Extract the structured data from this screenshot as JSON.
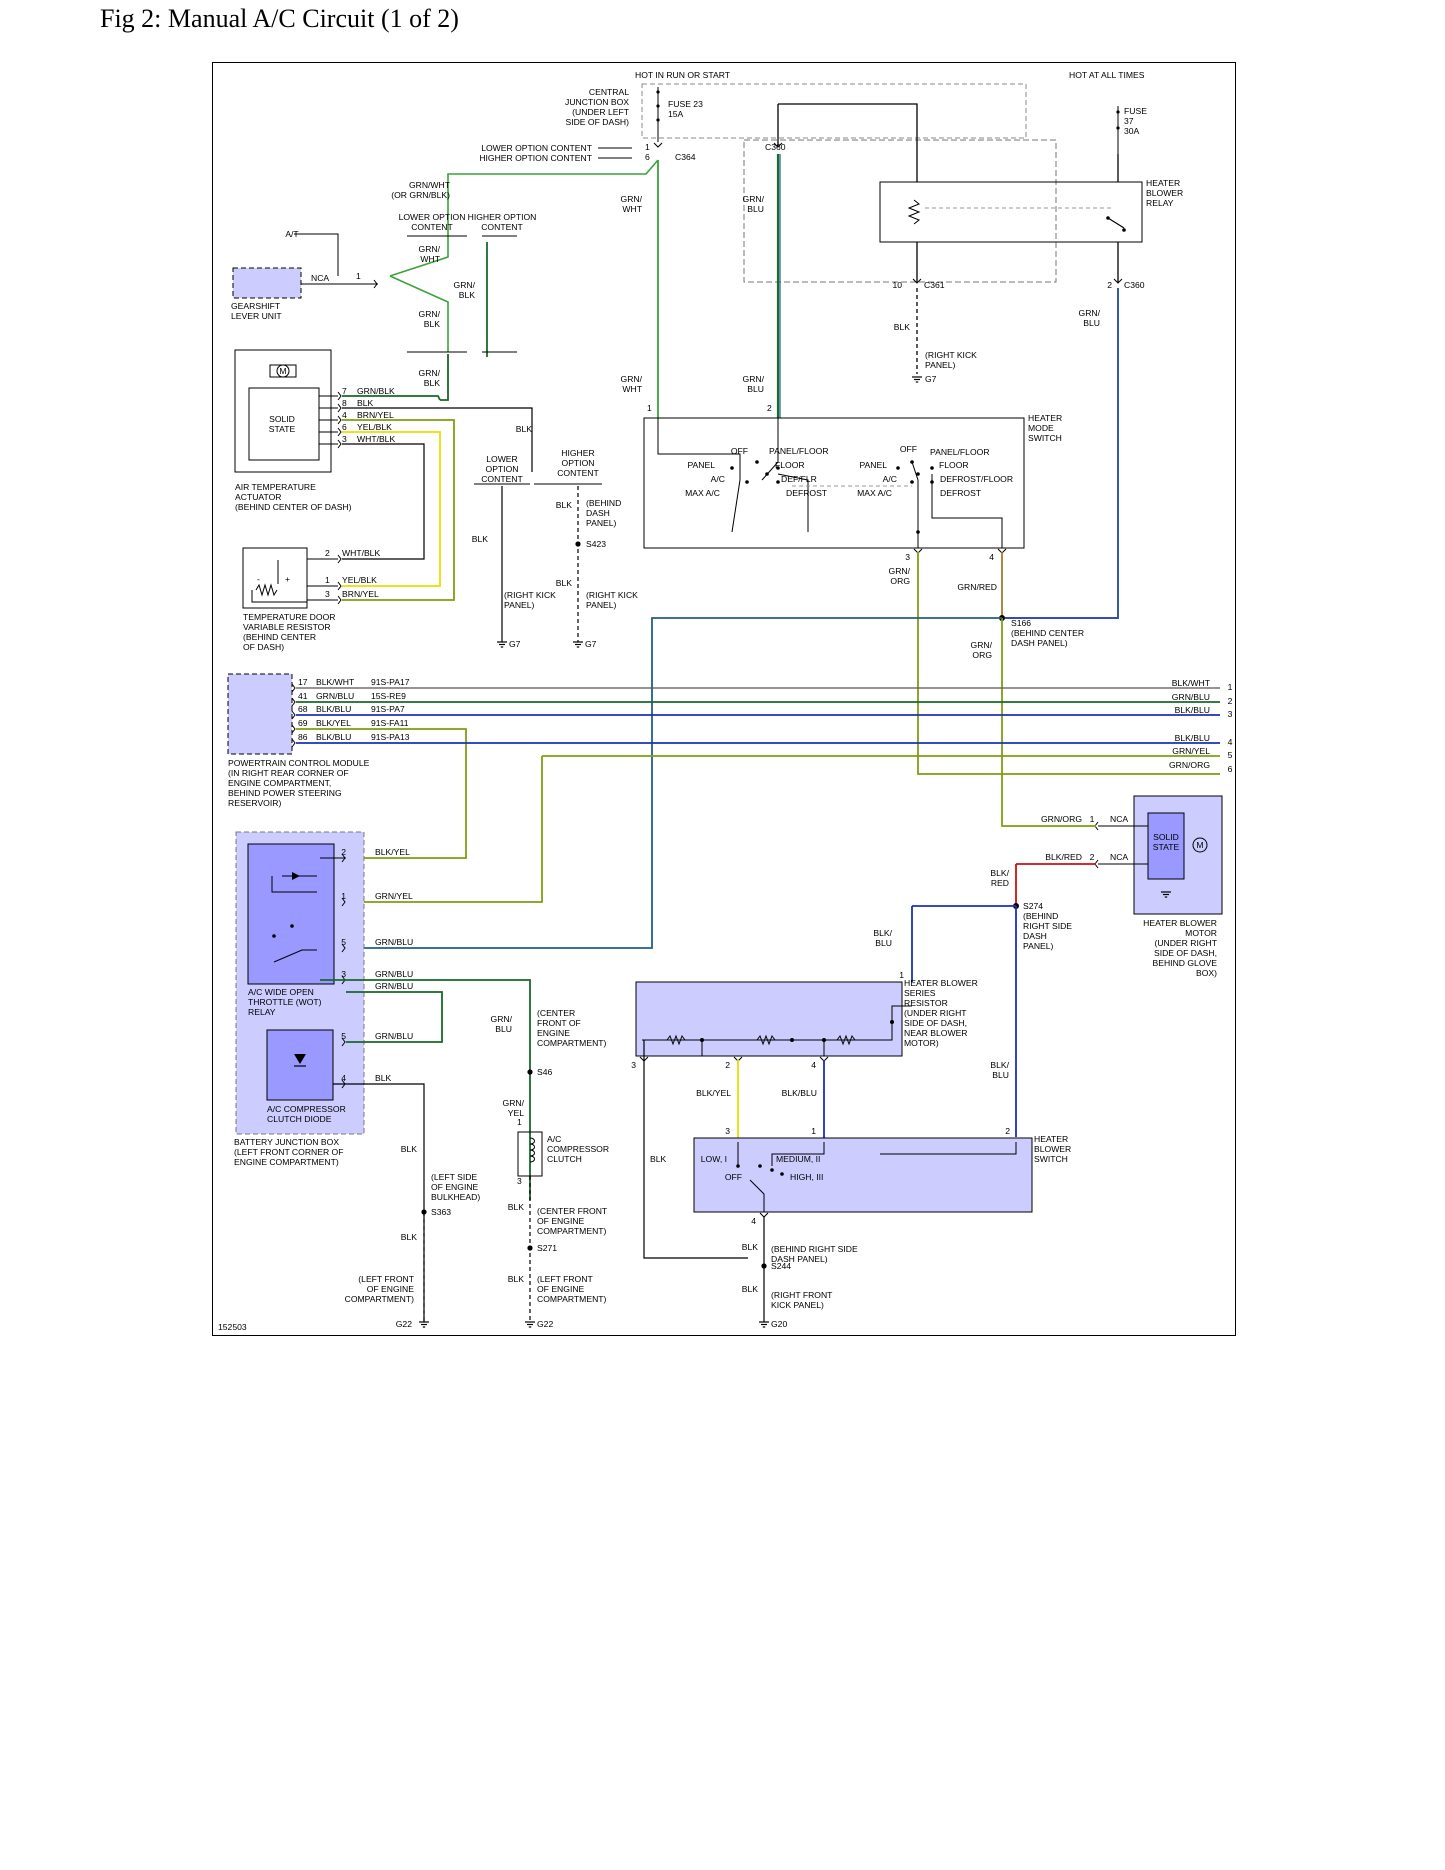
{
  "title": "Fig 2: Manual A/C Circuit (1 of 2)",
  "figure_id": "152503",
  "colors": {
    "grn": "#3aa33a",
    "dkgrn": "#166a2a",
    "blu": "#1d2fb4",
    "teal": "#235e86",
    "olive": "#7f9f10",
    "yel": "#e8e000",
    "red": "#cc1010",
    "blk": "#000000",
    "module_fill": "#ccccff",
    "module_dark": "#9999ff"
  },
  "headers": {
    "hot_run_start": "HOT IN RUN OR START",
    "hot_all_times": "HOT AT ALL TIMES"
  },
  "cjb": {
    "lines": [
      "CENTRAL",
      "JUNCTION BOX",
      "(UNDER LEFT",
      "SIDE OF DASH)"
    ],
    "fuse23": [
      "FUSE 23",
      "15A"
    ],
    "fuse37": [
      "FUSE",
      "37",
      "30A"
    ]
  },
  "options": {
    "lower": "LOWER OPTION CONTENT",
    "higher": "HIGHER OPTION CONTENT",
    "lower_two": [
      "LOWER OPTION",
      "CONTENT"
    ],
    "higher_two": [
      "HIGHER OPTION",
      "CONTENT"
    ],
    "lower_three": [
      "LOWER",
      "OPTION",
      "CONTENT"
    ],
    "higher_three": [
      "HIGHER",
      "OPTION",
      "CONTENT"
    ]
  },
  "connectors": {
    "c364": "C364",
    "c360": "C360",
    "c361": "C361",
    "c360b": "C360"
  },
  "relay": [
    "HEATER",
    "BLOWER",
    "RELAY"
  ],
  "mode_switch": {
    "name": [
      "HEATER",
      "MODE",
      "SWITCH"
    ],
    "left": [
      "OFF",
      "PANEL/FLOOR",
      "PANEL",
      "FLOOR",
      "A/C",
      "DEF/FLR",
      "MAX A/C",
      "DEFROST"
    ],
    "right": [
      "OFF",
      "PANEL/FLOOR",
      "PANEL",
      "FLOOR",
      "A/C",
      "DEFROST/FLOOR",
      "MAX A/C",
      "DEFROST"
    ]
  },
  "gearshift": {
    "at": "A/T",
    "nca": "NCA",
    "name": [
      "GEARSHIFT",
      "LEVER UNIT"
    ]
  },
  "ata": {
    "name": [
      "AIR TEMPERATURE",
      "ACTUATOR",
      "(BEHIND CENTER OF DASH)"
    ],
    "solid": [
      "SOLID",
      "STATE"
    ],
    "pins": [
      {
        "pin": "7",
        "wire": "GRN/BLK"
      },
      {
        "pin": "8",
        "wire": "BLK"
      },
      {
        "pin": "4",
        "wire": "BRN/YEL"
      },
      {
        "pin": "6",
        "wire": "YEL/BLK"
      },
      {
        "pin": "3",
        "wire": "WHT/BLK"
      }
    ]
  },
  "tdvr": {
    "name": [
      "TEMPERATURE DOOR",
      "VARIABLE RESISTOR",
      "(BEHIND CENTER",
      "OF DASH)"
    ],
    "pins": [
      {
        "pin": "2",
        "wire": "WHT/BLK"
      },
      {
        "pin": "1",
        "wire": "YEL/BLK"
      },
      {
        "pin": "3",
        "wire": "BRN/YEL"
      }
    ],
    "signs": [
      "-",
      "+"
    ]
  },
  "pcm": {
    "name": [
      "POWERTRAIN CONTROL MODULE",
      "(IN RIGHT REAR CORNER OF",
      "ENGINE COMPARTMENT,",
      "BEHIND POWER STEERING",
      "RESERVOIR)"
    ],
    "pins": [
      {
        "pin": "17",
        "wire": "BLK/WHT",
        "circuit": "91S-PA17"
      },
      {
        "pin": "41",
        "wire": "GRN/BLU",
        "circuit": "15S-RE9"
      },
      {
        "pin": "68",
        "wire": "BLK/BLU",
        "circuit": "91S-PA7"
      },
      {
        "pin": "69",
        "wire": "BLK/YEL",
        "circuit": "91S-FA11"
      },
      {
        "pin": "86",
        "wire": "BLK/BLU",
        "circuit": "91S-PA13"
      }
    ]
  },
  "offpage": [
    {
      "wire": "BLK/WHT",
      "ref": "1"
    },
    {
      "wire": "GRN/BLU",
      "ref": "2"
    },
    {
      "wire": "BLK/BLU",
      "ref": "3"
    },
    {
      "wire": "BLK/BLU",
      "ref": "4"
    },
    {
      "wire": "GRN/YEL",
      "ref": "5"
    },
    {
      "wire": "GRN/ORG",
      "ref": "6"
    }
  ],
  "bjb": {
    "name": [
      "BATTERY JUNCTION BOX",
      "(LEFT FRONT CORNER OF",
      "ENGINE COMPARTMENT)"
    ],
    "wot": [
      "A/C WIDE OPEN",
      "THROTTLE (WOT)",
      "RELAY"
    ],
    "diode": [
      "A/C COMPRESSOR",
      "CLUTCH DIODE"
    ],
    "pins": [
      {
        "pin": "2",
        "wire": "BLK/YEL"
      },
      {
        "pin": "1",
        "wire": "GRN/YEL"
      },
      {
        "pin": "5",
        "wire": "GRN/BLU"
      },
      {
        "pin": "3",
        "wire": "GRN/BLU"
      },
      {
        "pin": "",
        "wire": "GRN/BLU"
      },
      {
        "pin": "5",
        "wire": "GRN/BLU"
      },
      {
        "pin": "4",
        "wire": "BLK"
      }
    ]
  },
  "motor": {
    "name": [
      "HEATER BLOWER",
      "MOTOR",
      "(UNDER RIGHT",
      "SIDE OF DASH,",
      "BEHIND GLOVE",
      "BOX)"
    ],
    "solid": [
      "SOLID",
      "STATE"
    ],
    "m": "M",
    "pins": [
      {
        "pin": "1",
        "wire": "GRN/ORG",
        "nca": "NCA"
      },
      {
        "pin": "2",
        "wire": "BLK/RED",
        "nca": "NCA"
      }
    ]
  },
  "resistor": {
    "name": [
      "HEATER BLOWER",
      "SERIES",
      "RESISTOR",
      "(UNDER RIGHT",
      "SIDE OF DASH,",
      "NEAR BLOWER",
      "MOTOR)"
    ]
  },
  "blower_switch": {
    "name": [
      "HEATER",
      "BLOWER",
      "SWITCH"
    ],
    "positions": [
      "LOW, I",
      "MEDIUM, II",
      "OFF",
      "HIGH, III"
    ]
  },
  "clutch": [
    "A/C",
    "COMPRESSOR",
    "CLUTCH"
  ],
  "misc": {
    "grn_wht_or": [
      "GRN/WHT",
      "(OR GRN/BLK)"
    ],
    "grn_wht": [
      "GRN/",
      "WHT"
    ],
    "grn_blk": [
      "GRN/",
      "BLK"
    ],
    "grn_blu": [
      "GRN/",
      "BLU"
    ],
    "grn_org": [
      "GRN/",
      "ORG"
    ],
    "grn_red": "GRN/RED",
    "grn_yel": [
      "GRN/",
      "YEL"
    ],
    "blk": "BLK",
    "blk_red": [
      "BLK/",
      "RED"
    ],
    "blk_blu": [
      "BLK/",
      "BLU"
    ],
    "blk_yel": "BLK/YEL",
    "blk_blu1": "BLK/BLU",
    "m": "M"
  },
  "locations": {
    "rkp": [
      "(RIGHT KICK",
      "PANEL)"
    ],
    "behind_dash": [
      "(BEHIND",
      "DASH",
      "PANEL)"
    ],
    "s166": [
      "S166",
      "(BEHIND CENTER",
      "DASH PANEL)"
    ],
    "s274": [
      "S274",
      "(BEHIND",
      "RIGHT SIDE",
      "DASH",
      "PANEL)"
    ],
    "s46": [
      "(CENTER",
      "FRONT OF",
      "ENGINE",
      "COMPARTMENT)"
    ],
    "s363": [
      "(LEFT SIDE",
      "OF ENGINE",
      "BULKHEAD)"
    ],
    "s271": [
      "(CENTER FRONT",
      "OF ENGINE",
      "COMPARTMENT)"
    ],
    "g22b": [
      "(LEFT FRONT",
      "OF ENGINE",
      "COMPARTMENT)"
    ],
    "g22a": [
      "(LEFT FRONT",
      "OF ENGINE",
      "COMPARTMENT)"
    ],
    "s244": [
      "(BEHIND RIGHT SIDE",
      "DASH PANEL)"
    ],
    "g20": [
      "(RIGHT FRONT",
      "KICK PANEL)"
    ]
  },
  "splices": {
    "s423": "S423",
    "s46": "S46",
    "s363": "S363",
    "s271": "S271",
    "s244": "S244"
  },
  "grounds": {
    "g7": "G7",
    "g22": "G22",
    "g20": "G20"
  }
}
